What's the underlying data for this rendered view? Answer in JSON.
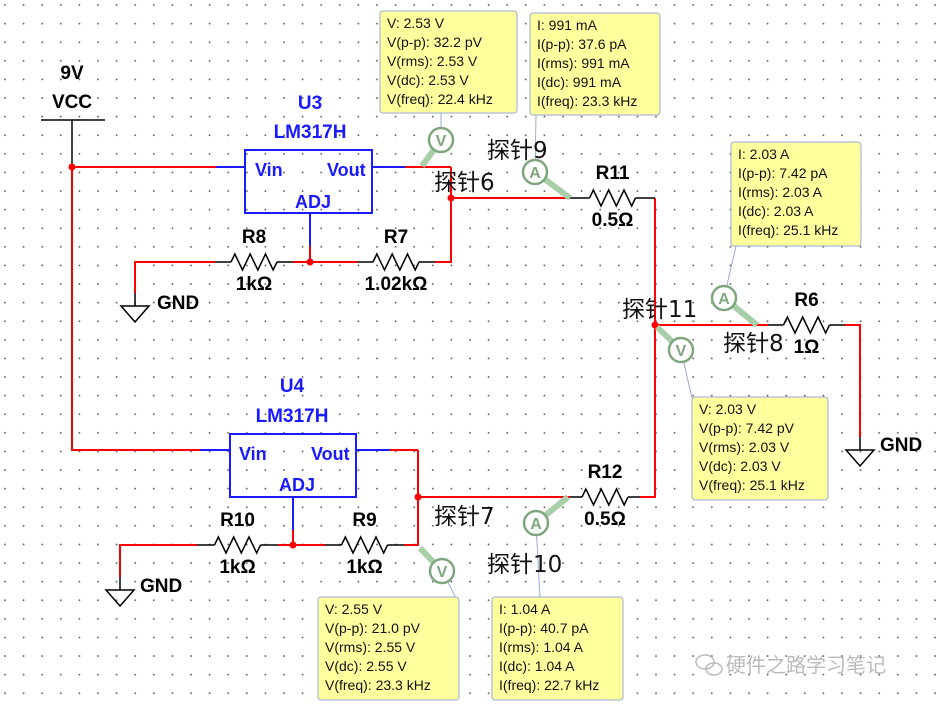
{
  "colors": {
    "wire": "#ff0000",
    "chip": "#1a1aff",
    "probe": "#7fa67f",
    "box_fill": "#ffff9e",
    "box_border": "#9aaad8"
  },
  "supply": {
    "voltage": "9V",
    "name": "VCC"
  },
  "regulators": [
    {
      "ref": "U3",
      "part": "LM317H",
      "vin": "Vin",
      "vout": "Vout",
      "adj": "ADJ"
    },
    {
      "ref": "U4",
      "part": "LM317H",
      "vin": "Vin",
      "vout": "Vout",
      "adj": "ADJ"
    }
  ],
  "resistors": {
    "R8": {
      "ref": "R8",
      "value": "1kΩ"
    },
    "R7": {
      "ref": "R7",
      "value": "1.02kΩ"
    },
    "R11": {
      "ref": "R11",
      "value": "0.5Ω"
    },
    "R6": {
      "ref": "R6",
      "value": "1Ω"
    },
    "R12": {
      "ref": "R12",
      "value": "0.5Ω"
    },
    "R10": {
      "ref": "R10",
      "value": "1kΩ"
    },
    "R9": {
      "ref": "R9",
      "value": "1kΩ"
    }
  },
  "ground_label": "GND",
  "probe_labels": {
    "p6": "探针6",
    "p9": "探针9",
    "p8": "探针8",
    "p11": "探针11",
    "p7": "探针7",
    "p10": "探针10"
  },
  "probe_icons": {
    "voltage": "V",
    "current": "A"
  },
  "readouts": {
    "p6": [
      "V: 2.53 V",
      "V(p-p): 32.2 pV",
      "V(rms): 2.53 V",
      "V(dc): 2.53 V",
      "V(freq): 22.4 kHz"
    ],
    "p9": [
      "I: 991 mA",
      "I(p-p): 37.6 pA",
      "I(rms): 991 mA",
      "I(dc): 991 mA",
      "I(freq): 23.3 kHz"
    ],
    "p11": [
      "I: 2.03 A",
      "I(p-p): 7.42 pA",
      "I(rms): 2.03 A",
      "I(dc): 2.03 A",
      "I(freq): 25.1 kHz"
    ],
    "p8": [
      "V: 2.03 V",
      "V(p-p): 7.42 pV",
      "V(rms): 2.03 V",
      "V(dc): 2.03 V",
      "V(freq): 25.1 kHz"
    ],
    "p7": [
      "V: 2.55 V",
      "V(p-p): 21.0 pV",
      "V(rms): 2.55 V",
      "V(dc): 2.55 V",
      "V(freq): 23.3 kHz"
    ],
    "p10": [
      "I: 1.04 A",
      "I(p-p): 40.7 pA",
      "I(rms): 1.04 A",
      "I(dc): 1.04 A",
      "I(freq): 22.7 kHz"
    ]
  },
  "watermark": "硬件之路学习笔记"
}
